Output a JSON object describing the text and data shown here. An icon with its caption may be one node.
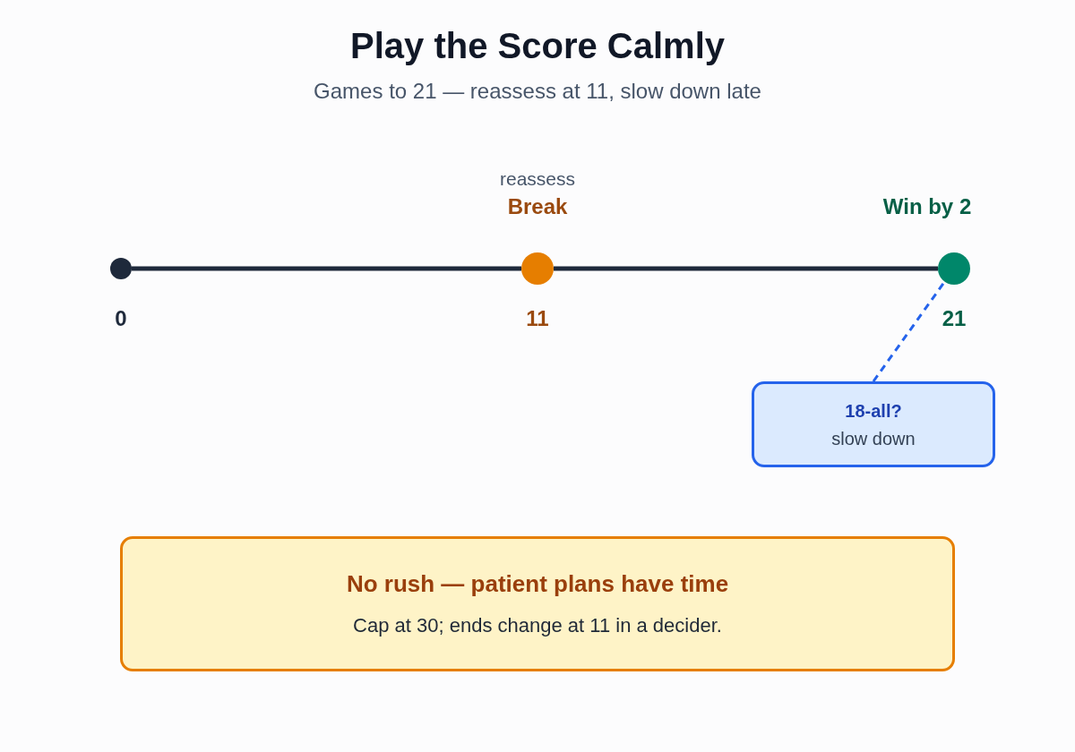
{
  "diagram": {
    "title": "Play the Score Calmly",
    "nodes": [
      {
        "text": [],
        "shape": "circle",
        "beside": [
          "0"
        ]
      },
      {
        "text": [],
        "shape": "circle",
        "beside": [
          "reassess",
          "Break",
          "11"
        ]
      },
      {
        "text": [],
        "shape": "circle",
        "beside": [
          "Win by 2",
          "21"
        ]
      },
      {
        "text": [
          "18-all?",
          "slow down"
        ]
      },
      {
        "text": [
          "No rush — patient plans have time",
          "Cap at 30; ends change at 11 in a decider."
        ]
      }
    ],
    "edges": [
      {
        "from": 0,
        "to": 1,
        "arrow": "none"
      },
      {
        "from": 1,
        "to": 2,
        "arrow": "none"
      },
      {
        "from": 3,
        "to": 2,
        "arrow": "none",
        "style": "dashed",
        "color": "#2563eb"
      }
    ],
    "labels": [
      "Games to 21 — reassess at 11, slow down late"
    ]
  }
}
